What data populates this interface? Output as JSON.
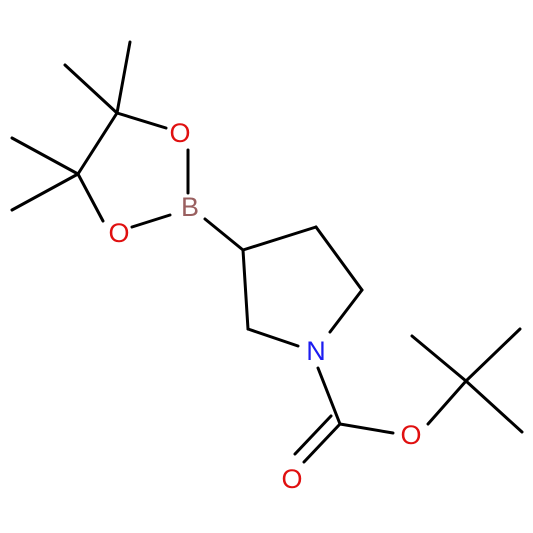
{
  "molecule": {
    "atoms": {
      "boron": {
        "symbol": "B",
        "color": "#9a6060"
      },
      "oxygen_dioxaborolane_top": {
        "symbol": "O",
        "color": "#e01010"
      },
      "oxygen_dioxaborolane_bottom": {
        "symbol": "O",
        "color": "#e01010"
      },
      "nitrogen": {
        "symbol": "N",
        "color": "#1c1cf0"
      },
      "oxygen_ester": {
        "symbol": "O",
        "color": "#e01010"
      },
      "oxygen_carbonyl": {
        "symbol": "O",
        "color": "#e01010"
      }
    },
    "bond_color": "#000000"
  }
}
